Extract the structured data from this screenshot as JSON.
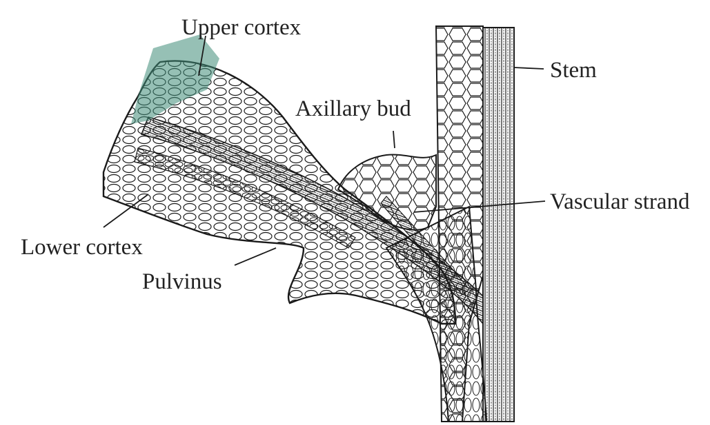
{
  "labels": {
    "upper_cortex": "Upper cortex",
    "stem": "Stem",
    "axillary_bud": "Axillary bud",
    "vascular_strand": "Vascular strand",
    "lower_cortex": "Lower cortex",
    "pulvinus": "Pulvinus"
  },
  "colors": {
    "ink": "#1a1a1a",
    "accent": "#3f8c78",
    "background": "#ffffff"
  }
}
